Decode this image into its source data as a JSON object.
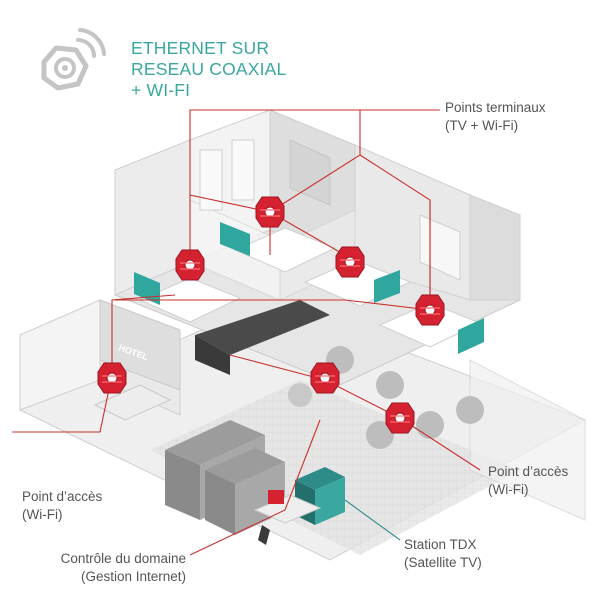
{
  "title": {
    "line1": "ETHERNET SUR",
    "line2": "RESEAU COAXIAL",
    "line3": "+ WI-FI"
  },
  "labels": {
    "endpoints": {
      "line1": "Points terminaux",
      "line2": "(TV + Wi-Fi)"
    },
    "access_point_right": {
      "line1": "Point d’accès",
      "line2": "(Wi-Fi)"
    },
    "access_point_left": {
      "line1": "Point d’accès",
      "line2": "(Wi-Fi)"
    },
    "tdx_station": {
      "line1": "Station TDX",
      "line2": "(Satellite TV)"
    },
    "domain_controller": {
      "line1": "Contrôle du domaine",
      "line2": "(Gestion Internet)"
    }
  },
  "hotel_sign": "HOTEL",
  "colors": {
    "accent_teal": "#3aa7a0",
    "device_red": "#d42231",
    "line_red": "#c9302c",
    "line_teal": "#2e8f8a",
    "building_gray": "#d9d9d9",
    "label_text": "#555555"
  },
  "icons": {
    "logo": "coax-wifi-icon",
    "device": "coax-adapter-icon"
  }
}
